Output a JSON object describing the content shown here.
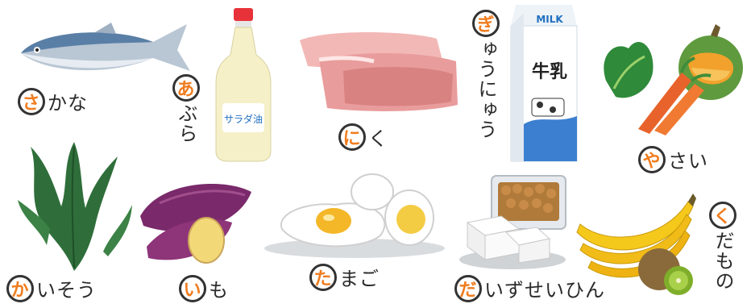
{
  "items": [
    {
      "key": "sakana",
      "initial": "さ",
      "rest": "かな",
      "vertical": false
    },
    {
      "key": "abura",
      "initial": "あ",
      "rest": "ぶら",
      "vertical": true,
      "bottle_label": "サラダ油"
    },
    {
      "key": "niku",
      "initial": "に",
      "rest": "く",
      "vertical": false
    },
    {
      "key": "gyuunyuu",
      "initial": "ぎ",
      "rest": "ゅうにゅう",
      "vertical": true,
      "carton_top": "MILK",
      "carton_front": "牛乳"
    },
    {
      "key": "yasai",
      "initial": "や",
      "rest": "さい",
      "vertical": false
    },
    {
      "key": "kaisou",
      "initial": "か",
      "rest": "いそう",
      "vertical": false
    },
    {
      "key": "imo",
      "initial": "い",
      "rest": "も",
      "vertical": false
    },
    {
      "key": "tamago",
      "initial": "た",
      "rest": "まご",
      "vertical": false
    },
    {
      "key": "daizu",
      "initial": "だ",
      "rest": "いずせいひん",
      "vertical": false
    },
    {
      "key": "kudamono",
      "initial": "く",
      "rest": "だもの",
      "vertical": true
    }
  ],
  "colors": {
    "accent": "#f07c1e",
    "ring": "#333333",
    "text": "#2b2b2b"
  }
}
